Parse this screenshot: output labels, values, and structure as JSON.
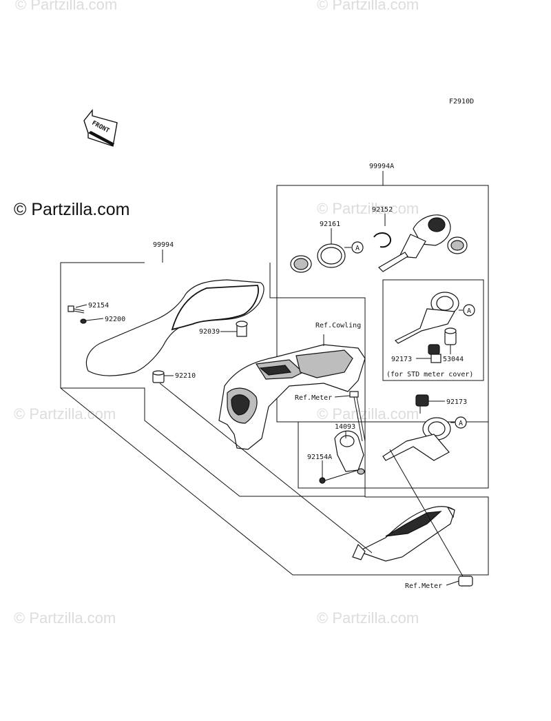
{
  "watermark": "© Partzilla.com",
  "figure_code": "F2910D",
  "front_arrow_label": "FRONT",
  "labels": {
    "l99994": "99994",
    "l99994A": "99994A",
    "l92152": "92152",
    "l92161": "92161",
    "l92154": "92154",
    "l92200": "92200",
    "l92039": "92039",
    "l92210": "92210",
    "ref_cowling": "Ref.Cowling",
    "ref_meter_1": "Ref.Meter",
    "ref_meter_2": "Ref.Meter",
    "l92173a": "92173",
    "l92173b": "92173",
    "l53044": "53044",
    "std_cover": "(for STD meter cover)",
    "l14093": "14093",
    "l92154A": "92154A",
    "circle_a1": "A",
    "circle_a2": "A",
    "circle_a3": "A"
  }
}
